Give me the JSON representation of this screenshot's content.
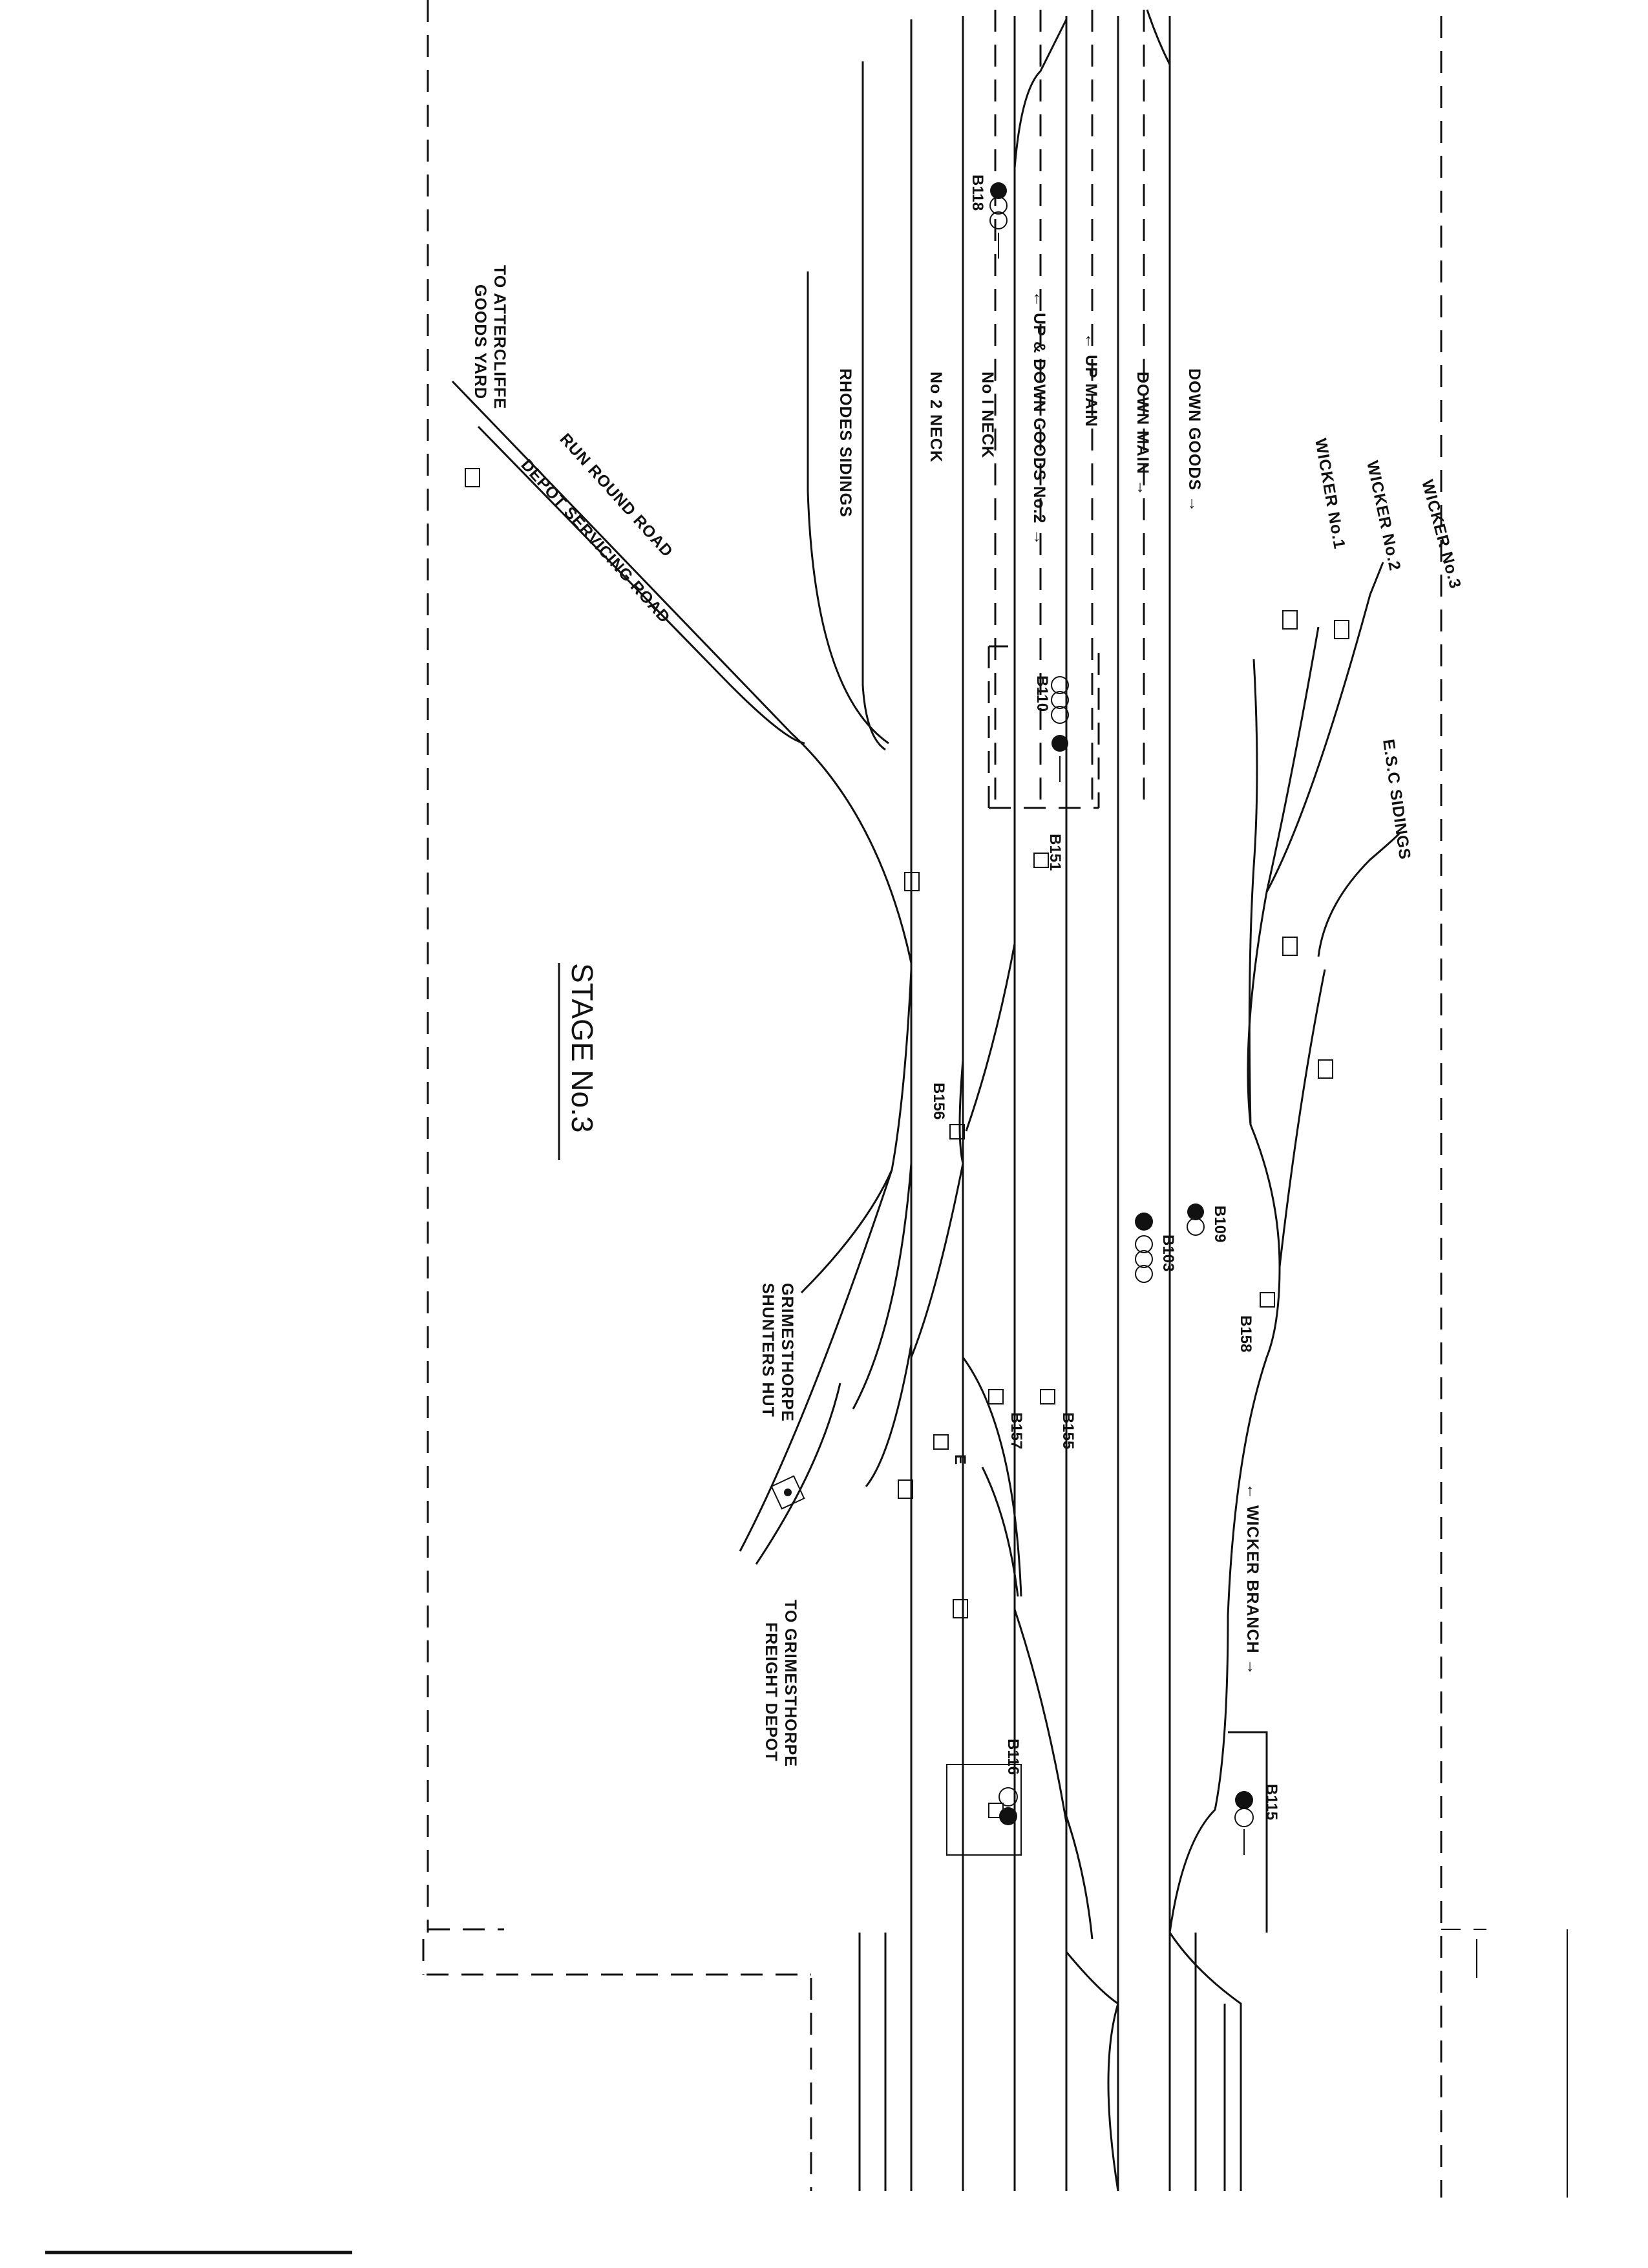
{
  "diagram": {
    "title": "STAGE No.3",
    "track_labels": {
      "down_goods": "DOWN GOODS →",
      "down_main": "DOWN MAIN →",
      "up_main": "← UP MAIN",
      "up_down_goods_2": "← UP & DOWN GOODS No.2 →",
      "no1_neck": "No I NECK",
      "no2_neck": "No 2 NECK",
      "rhodes_sidings": "RHODES SIDINGS",
      "run_round_road": "RUN ROUND ROAD",
      "depot_servicing_road": "DEPOT SERVICING ROAD",
      "to_attercliffe_1": "TO ATTERCLIFFE",
      "to_attercliffe_2": "GOODS YARD",
      "wicker_1": "WICKER No.1",
      "wicker_2": "WICKER No.2",
      "wicker_3": "WICKER No.3",
      "esc_sidings": "E.S.C SIDINGS",
      "wicker_branch": "← WICKER BRANCH →",
      "shunters_hut_1": "GRIMESTHORPE",
      "shunters_hut_2": "SHUNTERS HUT",
      "freight_depot_1": "TO GRIMESTHORPE",
      "freight_depot_2": "FREIGHT DEPOT"
    },
    "signals": {
      "b118": "B118",
      "b110": "B110",
      "b151": "B151",
      "b156": "B156",
      "b109": "B109",
      "b103": "B103",
      "b158": "B158",
      "b155": "B155",
      "b157": "B157",
      "e": "E",
      "b116": "B116",
      "b115": "B115"
    }
  }
}
